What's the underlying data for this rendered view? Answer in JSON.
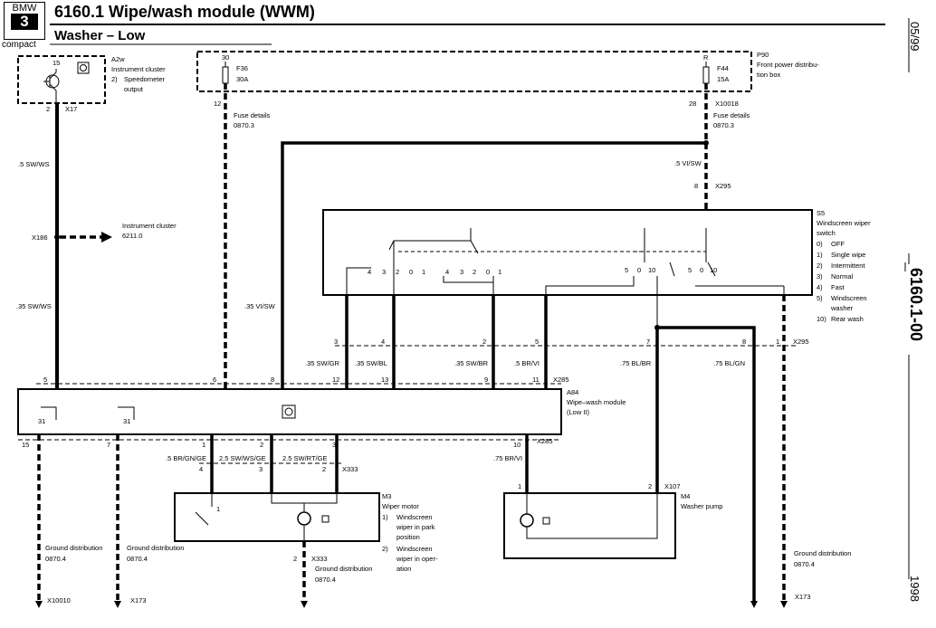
{
  "logo": {
    "brand": "BMW",
    "series": "3",
    "variant": "compact"
  },
  "header": {
    "title": "6160.1 Wipe/wash module (WWM)",
    "subtitle": "Washer – Low"
  },
  "side": {
    "date": "05/99",
    "code": "6160.1-00",
    "year": "1998"
  },
  "components": {
    "a2w": {
      "id": "A2w",
      "l1": "Instrument cluster",
      "l2": "2)",
      "l3": "Speedometer",
      "l4": "output"
    },
    "p90": {
      "id": "P90",
      "l1": "Front power distribu-",
      "l2": "tion box"
    },
    "s5": {
      "id": "S5",
      "l1": "Windscreen wiper",
      "l2": "switch",
      "o1": "0)",
      "o1t": "OFF",
      "o2": "1)",
      "o2t": "Single wipe",
      "o3": "2)",
      "o3t": "Intermittent",
      "o4": "3)",
      "o4t": "Normal",
      "o5": "4)",
      "o5t": "Fast",
      "o6": "5)",
      "o6t": "Windscreen",
      "o6t2": "washer",
      "o7": "10)",
      "o7t": "Rear wash"
    },
    "a84": {
      "id": "A84",
      "l1": "Wipe–wash module",
      "l2": "(Low II)"
    },
    "m3": {
      "id": "M3",
      "l1": "Wiper motor",
      "o1": "1)",
      "o1t": "Windscreen",
      "o1t2": "wiper in park",
      "o1t3": "position",
      "o2": "2)",
      "o2t": "Windscreen",
      "o2t2": "wiper in oper-",
      "o2t3": "ation"
    },
    "m4": {
      "id": "M4",
      "l1": "Washer pump"
    }
  },
  "fuses": {
    "f36": {
      "id": "F36",
      "rating": "30A",
      "pin": "30"
    },
    "f44": {
      "id": "F44",
      "rating": "15A",
      "pin": "R"
    }
  },
  "connectors": {
    "x17": "X17",
    "x186": "X186",
    "x10018": "X10018",
    "x295a": "X295",
    "x295b": "X295",
    "x285a": "X285",
    "x285b": "X285",
    "x333a": "X333",
    "x333b": "X333",
    "x107": "X107",
    "x10010": "X10010",
    "x173a": "X173",
    "x173b": "X173"
  },
  "wires": {
    "w1": ".5 SW/WS",
    "w2": ".35 SW/WS",
    "w3": ".35 VI/SW",
    "w4": ".5 VI/SW",
    "w5": ".35 SW/GR",
    "w6": ".35 SW/BL",
    "w7": ".35 SW/BR",
    "w8": ".5 BR/VI",
    "w9": ".75 BL/BR",
    "w10": ".75 BL/GN",
    "w11": ".5 BR/GN/GE",
    "w12": "2.5 SW/WS/GE",
    "w13": "2.5 SW/RT/GE",
    "w14": ".75 BR/VI"
  },
  "notes": {
    "fuse_l": "Fuse details",
    "fuse_l2": "0870.3",
    "fuse_r": "Fuse details",
    "fuse_r2": "0870.3",
    "ic": "Instrument cluster",
    "ic2": "6211.0",
    "gd1": "Ground distribution",
    "gd1b": "0870.4",
    "gd2": "Ground distribution",
    "gd2b": "0870.4",
    "gd3": "Ground distribution",
    "gd3b": "0870.4",
    "gd4": "Ground distribution",
    "gd4b": "0870.4"
  },
  "pins": {
    "p15": "15",
    "p2": "2",
    "p12": "12",
    "p28": "28",
    "p8": "8",
    "p5": "5",
    "p6": "6",
    "p8b": "8",
    "s3": "3",
    "s4": "4",
    "s2": "2",
    "s5": "5",
    "s7": "7",
    "s8": "8",
    "s1": "1",
    "m12": "12",
    "m13": "13",
    "m9": "9",
    "m11": "11",
    "b15": "15",
    "b7": "7",
    "b1": "1",
    "b2": "2",
    "b3": "3",
    "b10": "10",
    "mo4": "4",
    "mo3": "3",
    "mo2": "2",
    "mo1": "1",
    "mo2b": "2",
    "pu1": "1",
    "pu2": "2",
    "sw4": "4",
    "sw3": "3",
    "sw2": "2",
    "sw0": "0",
    "sw1": "1",
    "sw4b": "4",
    "sw3b": "3",
    "sw2b": "2",
    "sw0b": "0",
    "sw1b": "1",
    "sw5": "5",
    "sw0c": "0",
    "sw10": "10",
    "sw5b": "5",
    "sw0d": "0",
    "sw10b": "10",
    "g31a": "31",
    "g31b": "31"
  }
}
